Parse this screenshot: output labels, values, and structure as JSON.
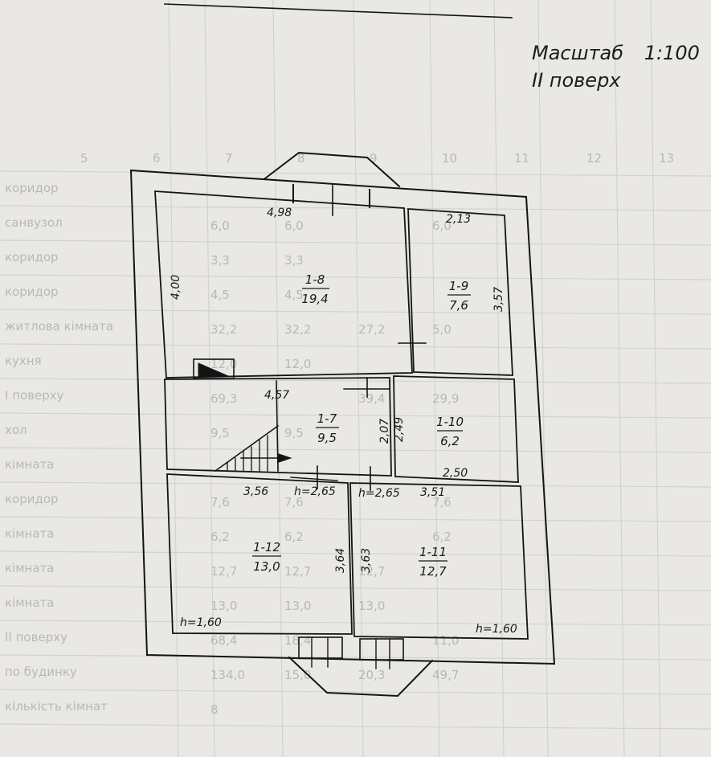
{
  "header": {
    "scale_label": "Масштаб",
    "scale_value": "1:100",
    "floor": "II поверх"
  },
  "rooms": [
    {
      "id": "1-8",
      "area": "19,4"
    },
    {
      "id": "1-9",
      "area": "7,6"
    },
    {
      "id": "1-7",
      "area": "9,5"
    },
    {
      "id": "1-10",
      "area": "6,2"
    },
    {
      "id": "1-12",
      "area": "13,0"
    },
    {
      "id": "1-11",
      "area": "12,7"
    }
  ],
  "dimensions": {
    "d_4_98": "4,98",
    "d_2_13": "2,13",
    "d_4_00": "4,00",
    "d_3_57": "3,57",
    "d_4_57": "4,57",
    "d_2_07": "2,07",
    "d_2_49": "2,49",
    "d_2_50": "2,50",
    "d_3_56": "3,56",
    "d_3_51": "3,51",
    "d_3_64": "3,64",
    "d_3_63": "3,63"
  },
  "heights": {
    "h_265_a": "h=2,65",
    "h_265_b": "h=2,65",
    "h_160_a": "h=1,60",
    "h_160_b": "h=1,60"
  },
  "background_table": {
    "col_numbers": [
      "5",
      "6",
      "7",
      "8",
      "9",
      "10",
      "11",
      "12",
      "13"
    ],
    "rows": [
      {
        "label": "коридор",
        "values": []
      },
      {
        "label": "санвузол",
        "values": [
          "6,0",
          "6,0",
          "",
          "6,0"
        ]
      },
      {
        "label": "коридор",
        "values": [
          "3,3",
          "3,3"
        ]
      },
      {
        "label": "коридор",
        "values": [
          "4,5",
          "4,5"
        ]
      },
      {
        "label": "житлова кімната",
        "values": [
          "32,2",
          "32,2",
          "27,2",
          "5,0"
        ]
      },
      {
        "label": "кухня",
        "values": [
          "12,0",
          "12,0"
        ]
      },
      {
        "label": "I поверху",
        "values": [
          "69,3",
          "",
          "39,4",
          "29,9"
        ]
      },
      {
        "label": "хол",
        "values": [
          "9,5",
          "9,5"
        ]
      },
      {
        "label": "кімната",
        "values": []
      },
      {
        "label": "коридор",
        "values": [
          "7,6",
          "7,6",
          "",
          "7,6"
        ]
      },
      {
        "label": "кімната",
        "values": [
          "6,2",
          "6,2",
          "",
          "6,2"
        ]
      },
      {
        "label": "кімната",
        "values": [
          "12,7",
          "12,7",
          "12,7"
        ]
      },
      {
        "label": "кімната",
        "values": [
          "13,0",
          "13,0",
          "13,0"
        ]
      },
      {
        "label": "II поверху",
        "values": [
          "68,4",
          "18,4",
          "",
          "11,0"
        ]
      },
      {
        "label": "по будинку",
        "values": [
          "134,0",
          "15,0",
          "20,3",
          "49,7"
        ]
      },
      {
        "label": "кількість кімнат",
        "values": [
          "8"
        ]
      }
    ]
  }
}
